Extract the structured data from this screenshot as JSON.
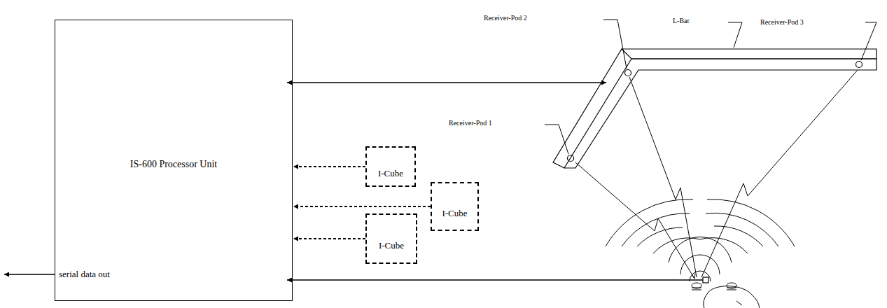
{
  "diagram": {
    "nodes": [
      {
        "text": [
          "IS-600 Processor Unit",
          "serial data out"
        ]
      },
      {
        "text": [
          "I-Cube"
        ]
      },
      {
        "text": [
          "I-Cube"
        ]
      },
      {
        "text": [
          "I-Cube"
        ]
      }
    ],
    "edges": [
      {
        "from": 1,
        "to": 0,
        "arrow": "to"
      },
      {
        "from": 2,
        "to": 0,
        "arrow": "to"
      },
      {
        "from": 3,
        "to": 0,
        "arrow": "to"
      }
    ],
    "labels": [
      "Receiver-Pod 2",
      "L-Bar",
      "Receiver-Pod 3",
      "Receiver-Pod 1"
    ]
  }
}
